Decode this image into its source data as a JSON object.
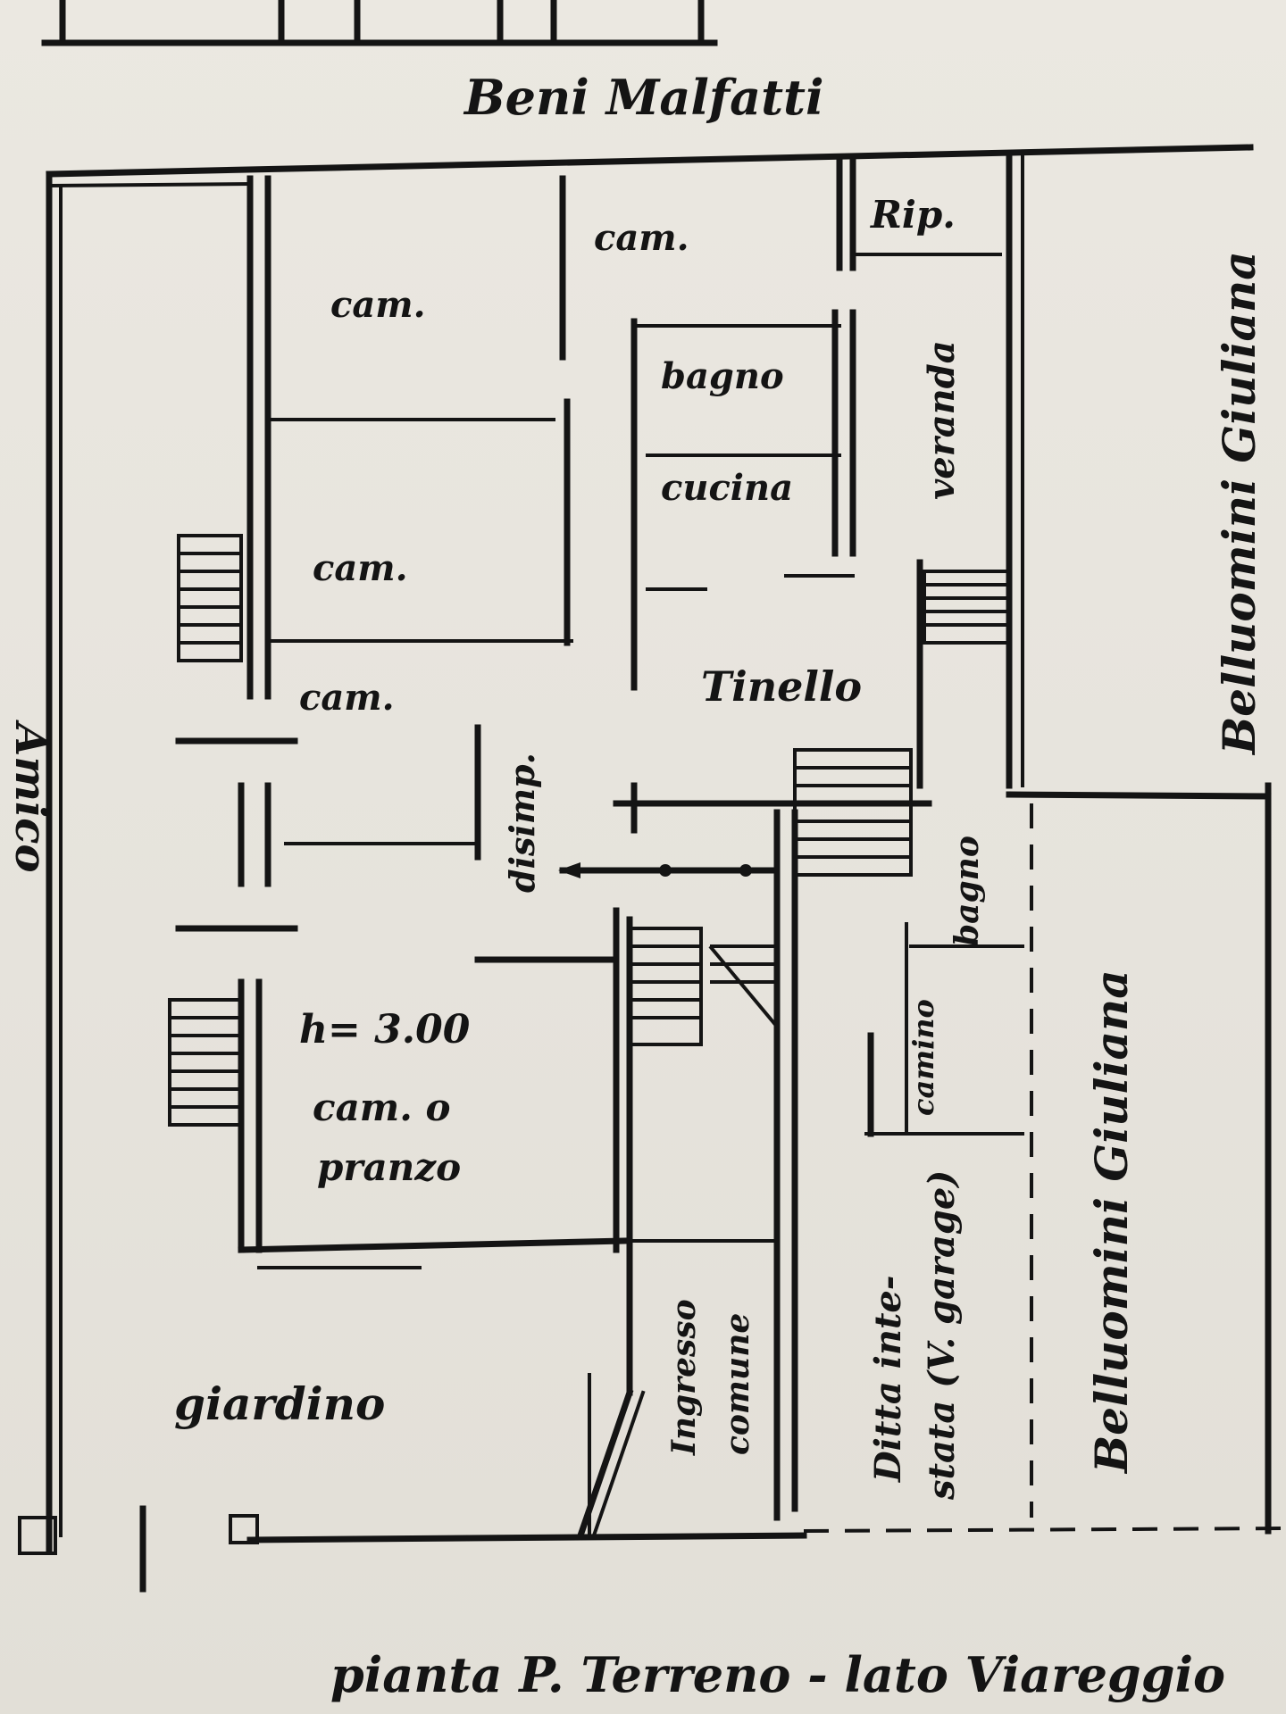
{
  "plan": {
    "neighbor_top": "Beni Malfatti",
    "neighbor_right_upper": "Belluomini Giuliana",
    "neighbor_right_lower": "Belluomini Giuliana",
    "left_edge_fragment": "Amico",
    "caption": "pianta P. Terreno - lato Viareggio",
    "rooms": {
      "ripostiglio": "Rip.",
      "cam_top_center": "cam.",
      "cam_top_left": "cam.",
      "bagno_upper": "bagno",
      "veranda": "veranda",
      "cucina": "cucina",
      "cam_middle": "cam.",
      "cam_lower_left": "cam.",
      "tinello": "Tinello",
      "disimpegno": "disimp.",
      "bagno_lower": "bagno",
      "height_note": "h= 3.00",
      "cam_o_pranzo_1": "cam. o",
      "cam_o_pranzo_2": "pranzo",
      "camino": "camino",
      "ingresso_1": "Ingresso",
      "ingresso_2": "comune",
      "ditta_1": "Ditta inte-",
      "ditta_2": "stata (V. garage)",
      "giardino": "giardino"
    }
  }
}
